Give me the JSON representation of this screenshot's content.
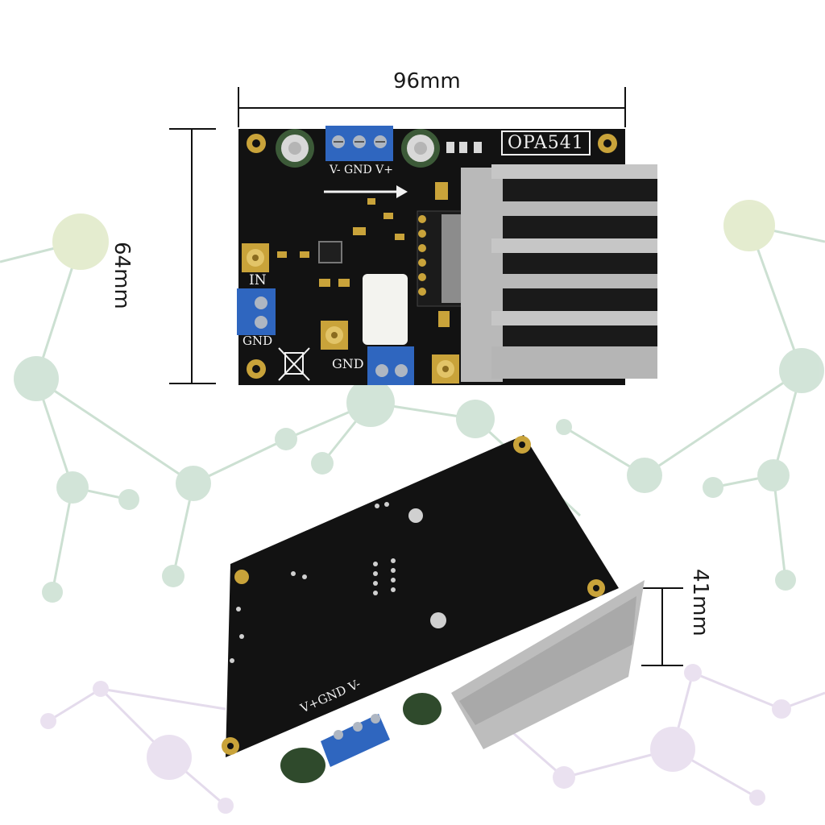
{
  "dimensions": {
    "width": "96mm",
    "height": "64mm",
    "depth": "41mm"
  },
  "board_labels": {
    "chip": "OPA541",
    "top_power": "V- GND V+",
    "input": "IN",
    "ground_left": "GND",
    "ground_bottom": "GND",
    "bottom_power": "V+GND V-"
  },
  "colors": {
    "pcb": "#121212",
    "terminal": "#2f66bf",
    "heatsink": "#b9b9b9",
    "gold": "#c9a33a",
    "network_green": "#a8c9b4",
    "network_purple": "#d3c4de"
  }
}
